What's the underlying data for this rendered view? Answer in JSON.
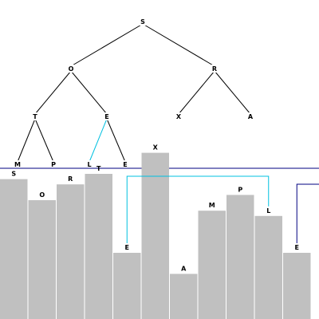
{
  "colors": {
    "background": "#ffffff",
    "edge": "#000000",
    "highlight_edge": "#00c0e0",
    "divider": "#000080",
    "bar_fill": "#c0c0c0",
    "label": "#000000"
  },
  "tree": {
    "nodes": [
      {
        "id": "n0",
        "label": "S"
      },
      {
        "id": "n1",
        "label": "O"
      },
      {
        "id": "n2",
        "label": "R"
      },
      {
        "id": "n3",
        "label": "T"
      },
      {
        "id": "n4",
        "label": "E"
      },
      {
        "id": "n5",
        "label": "X"
      },
      {
        "id": "n6",
        "label": "A"
      },
      {
        "id": "n7",
        "label": "M"
      },
      {
        "id": "n8",
        "label": "P"
      },
      {
        "id": "n9",
        "label": "L"
      },
      {
        "id": "n10",
        "label": "E"
      }
    ],
    "edges": [
      {
        "from": "n0",
        "to": "n1",
        "highlighted": false
      },
      {
        "from": "n0",
        "to": "n2",
        "highlighted": false
      },
      {
        "from": "n1",
        "to": "n3",
        "highlighted": false
      },
      {
        "from": "n1",
        "to": "n4",
        "highlighted": false
      },
      {
        "from": "n2",
        "to": "n5",
        "highlighted": false
      },
      {
        "from": "n2",
        "to": "n6",
        "highlighted": false
      },
      {
        "from": "n3",
        "to": "n7",
        "highlighted": false
      },
      {
        "from": "n3",
        "to": "n8",
        "highlighted": false
      },
      {
        "from": "n4",
        "to": "n9",
        "highlighted": true
      },
      {
        "from": "n4",
        "to": "n10",
        "highlighted": false
      }
    ]
  },
  "array": {
    "items": [
      {
        "label": "S",
        "value": 19
      },
      {
        "label": "O",
        "value": 15
      },
      {
        "label": "R",
        "value": 18
      },
      {
        "label": "T",
        "value": 20
      },
      {
        "label": "E",
        "value": 5
      },
      {
        "label": "X",
        "value": 24
      },
      {
        "label": "A",
        "value": 1
      },
      {
        "label": "M",
        "value": 13
      },
      {
        "label": "P",
        "value": 16
      },
      {
        "label": "L",
        "value": 12
      },
      {
        "label": "E",
        "value": 5
      }
    ],
    "compare_pair": [
      4,
      9
    ]
  }
}
